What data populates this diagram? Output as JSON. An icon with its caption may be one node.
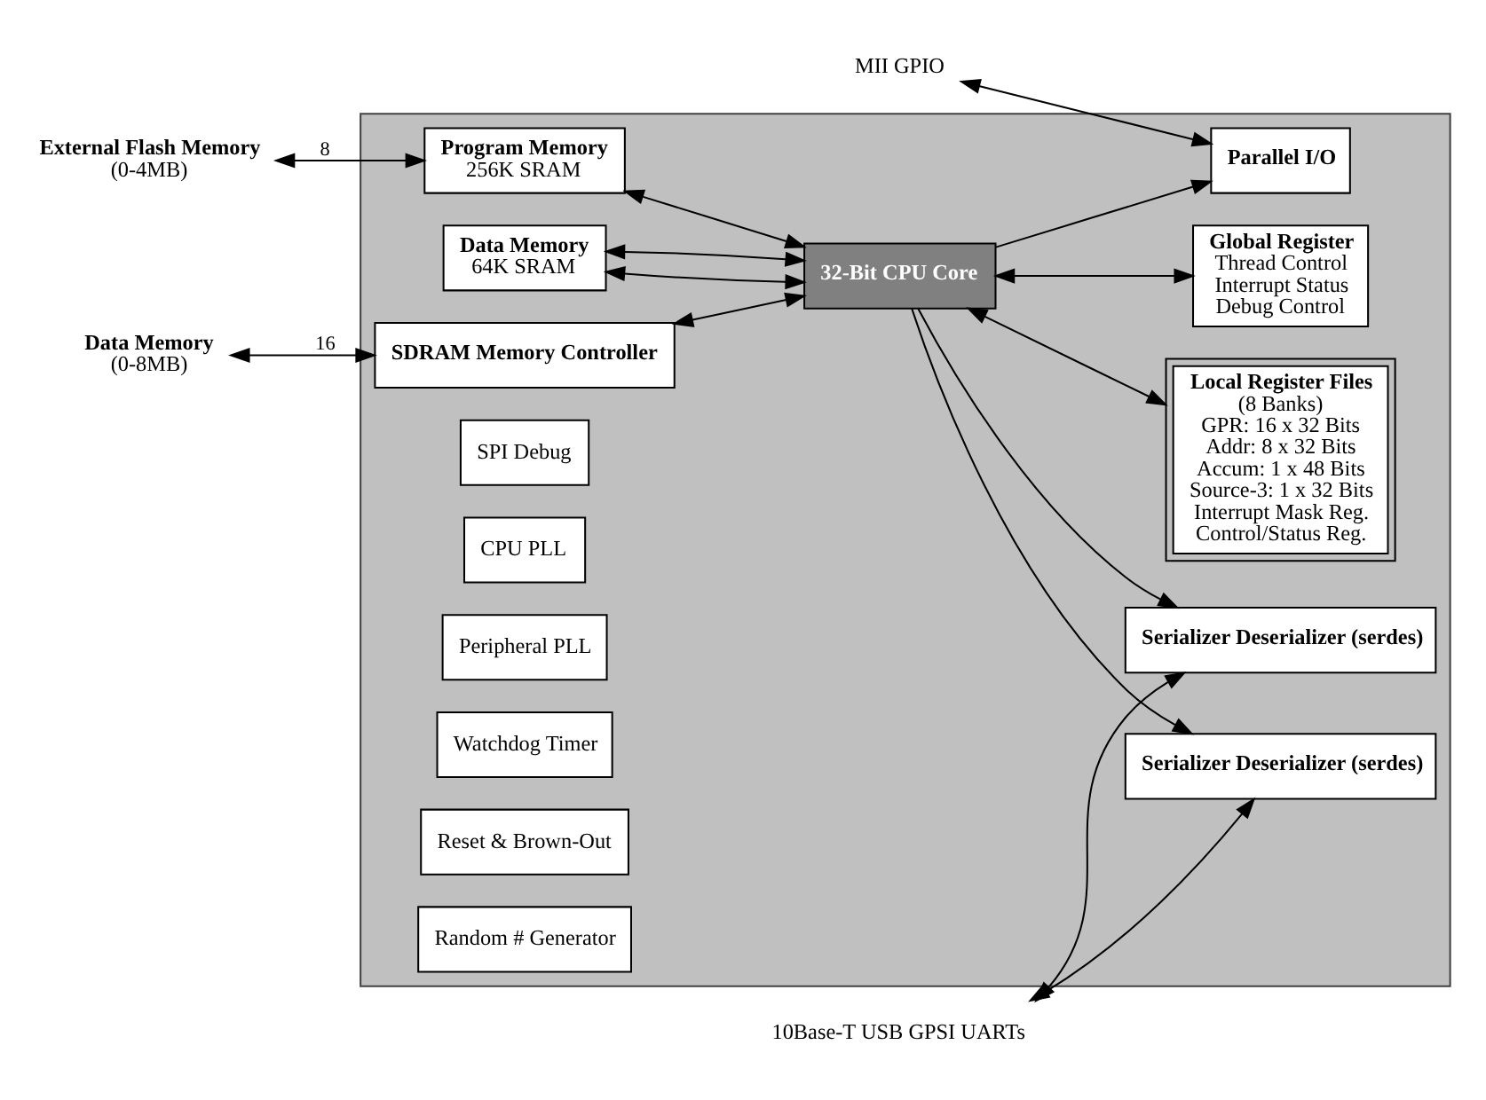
{
  "diagram": {
    "nodes": [
      {
        "text": [],
        "shape": "box"
      },
      {
        "text": [
          "External Flash Memory",
          "(0-4MB)"
        ]
      },
      {
        "text": [
          "Program Memory",
          "256K SRAM"
        ],
        "in": 0
      },
      {
        "text": [
          "Data Memory",
          "64K SRAM"
        ],
        "in": 0
      },
      {
        "text": [
          "Data Memory",
          "(0-8MB)"
        ]
      },
      {
        "text": [
          "SDRAM Memory Controller"
        ],
        "in": 0
      },
      {
        "text": [
          "32-Bit CPU Core"
        ],
        "in": 0
      },
      {
        "text": [
          "MII GPIO"
        ]
      },
      {
        "text": [
          "Parallel I/O"
        ],
        "in": 0
      },
      {
        "text": [
          "Local Register Files",
          "(8 Banks)",
          "GPR: 16 x 32 Bits",
          "Addr: 8 x 32 Bits",
          "Accum: 1 x 48 Bits",
          "Source-3: 1 x 32 Bits",
          "Interrupt Mask Reg.",
          "Control/Status Reg."
        ],
        "in": 0
      },
      {
        "text": [
          "Global Register",
          "Thread Control",
          "Interrupt Status",
          "Debug Control"
        ],
        "in": 0
      },
      {
        "text": [
          "10Base-T USB GPSI UARTs"
        ]
      },
      {
        "text": [
          "Serializer Deserializer (serdes)"
        ],
        "in": 0
      },
      {
        "text": [
          "Serializer Deserializer (serdes)"
        ],
        "in": 0
      },
      {
        "text": [
          "SPI Debug"
        ],
        "in": 0
      },
      {
        "text": [
          "CPU PLL"
        ],
        "in": 0
      },
      {
        "text": [
          "Peripheral PLL"
        ],
        "in": 0
      },
      {
        "text": [
          "Watchdog Timer"
        ],
        "in": 0
      },
      {
        "text": [
          "Reset & Brown-Out"
        ],
        "in": 0
      },
      {
        "text": [
          "Random # Generator"
        ],
        "in": 0
      }
    ],
    "edges": [
      {
        "from": 1,
        "to": 2,
        "arrow": "both",
        "label": "8"
      },
      {
        "from": 4,
        "to": 5,
        "arrow": "both",
        "label": "16"
      },
      {
        "from": 5,
        "to": 6,
        "arrow": "both"
      },
      {
        "from": 7,
        "to": 8,
        "arrow": "both"
      },
      {
        "from": 6,
        "to": 8,
        "arrow": "to"
      },
      {
        "from": 2,
        "to": 6,
        "arrow": "both"
      },
      {
        "from": 3,
        "to": 6,
        "arrow": "both"
      },
      {
        "from": 3,
        "to": 6,
        "arrow": "both"
      },
      {
        "from": 6,
        "to": 9,
        "arrow": "both"
      },
      {
        "from": 6,
        "to": 10,
        "arrow": "both"
      },
      {
        "from": 11,
        "to": 12,
        "arrow": "both"
      },
      {
        "from": 11,
        "to": 13,
        "arrow": "both"
      },
      {
        "from": 6,
        "to": 12,
        "arrow": "to"
      },
      {
        "from": 6,
        "to": 13,
        "arrow": "to"
      }
    ]
  }
}
